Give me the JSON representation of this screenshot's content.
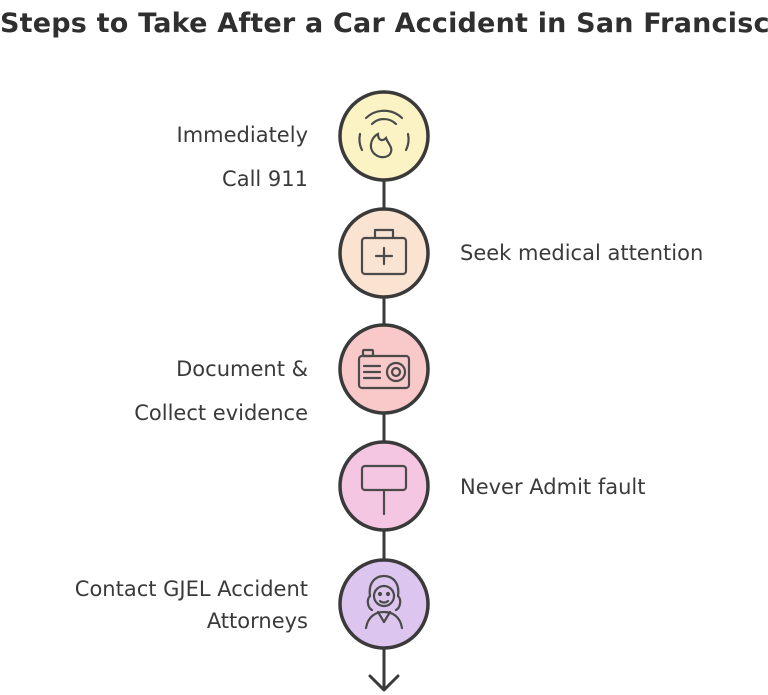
{
  "title": "Steps to Take After a Car Accident in San Francisco",
  "colors": {
    "line": "#3a3a3a",
    "step1_fill": "#fbf3c4",
    "step2_fill": "#fbe3d2",
    "step3_fill": "#f9c9c9",
    "step4_fill": "#f5c6e2",
    "step5_fill": "#dcc6f0"
  },
  "steps": [
    {
      "lines": [
        "Immediately",
        "Call 911"
      ],
      "icon": "phone-ring-icon"
    },
    {
      "lines": [
        "Seek medical attention"
      ],
      "icon": "medical-kit-icon"
    },
    {
      "lines": [
        "Document &",
        "Collect evidence"
      ],
      "icon": "camera-icon"
    },
    {
      "lines": [
        "Never  Admit fault"
      ],
      "icon": "sign-post-icon"
    },
    {
      "lines": [
        "Contact GJEL Accident",
        "Attorneys"
      ],
      "icon": "attorney-icon"
    }
  ]
}
